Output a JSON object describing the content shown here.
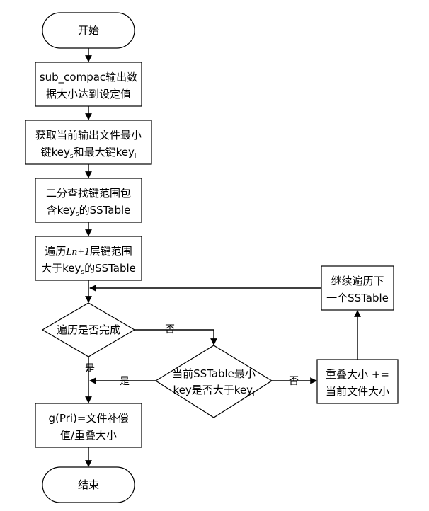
{
  "nodes": {
    "start": {
      "label": "开始"
    },
    "check_size": {
      "line1": "sub_compac输出数",
      "line2": "据大小达到设定值"
    },
    "get_keys": {
      "line1": "获取当前输出文件最小",
      "line2_pre": "键key",
      "line2_sub1": "s",
      "line2_mid": "和最大键key",
      "line2_sub2": "l"
    },
    "binary_search": {
      "line1": "二分查找键范围包",
      "line2_pre": "含key",
      "line2_sub": "s",
      "line2_post": "的SSTable"
    },
    "traverse": {
      "line1_pre": "遍历",
      "line1_italic": "Ln+1",
      "line1_post": "层键范围",
      "line2_pre": "大于key",
      "line2_sub": "s",
      "line2_post": "的SSTable"
    },
    "traverse_done": {
      "label": "遍历是否完成"
    },
    "compare_key": {
      "line1": "当前SSTable最小",
      "line2_pre": "key是否大于key",
      "line2_sub": "l"
    },
    "accumulate": {
      "line1": "重叠大小 +=",
      "line2": "当前文件大小"
    },
    "next_table": {
      "line1": "继续遍历下",
      "line2": "一个SSTable"
    },
    "compute": {
      "line1": "g(Pri)=文件补偿",
      "line2": "值/重叠大小"
    },
    "end": {
      "label": "结束"
    }
  },
  "edges": {
    "done_no": "否",
    "done_yes": "是",
    "compare_yes": "是",
    "compare_no": "否"
  }
}
